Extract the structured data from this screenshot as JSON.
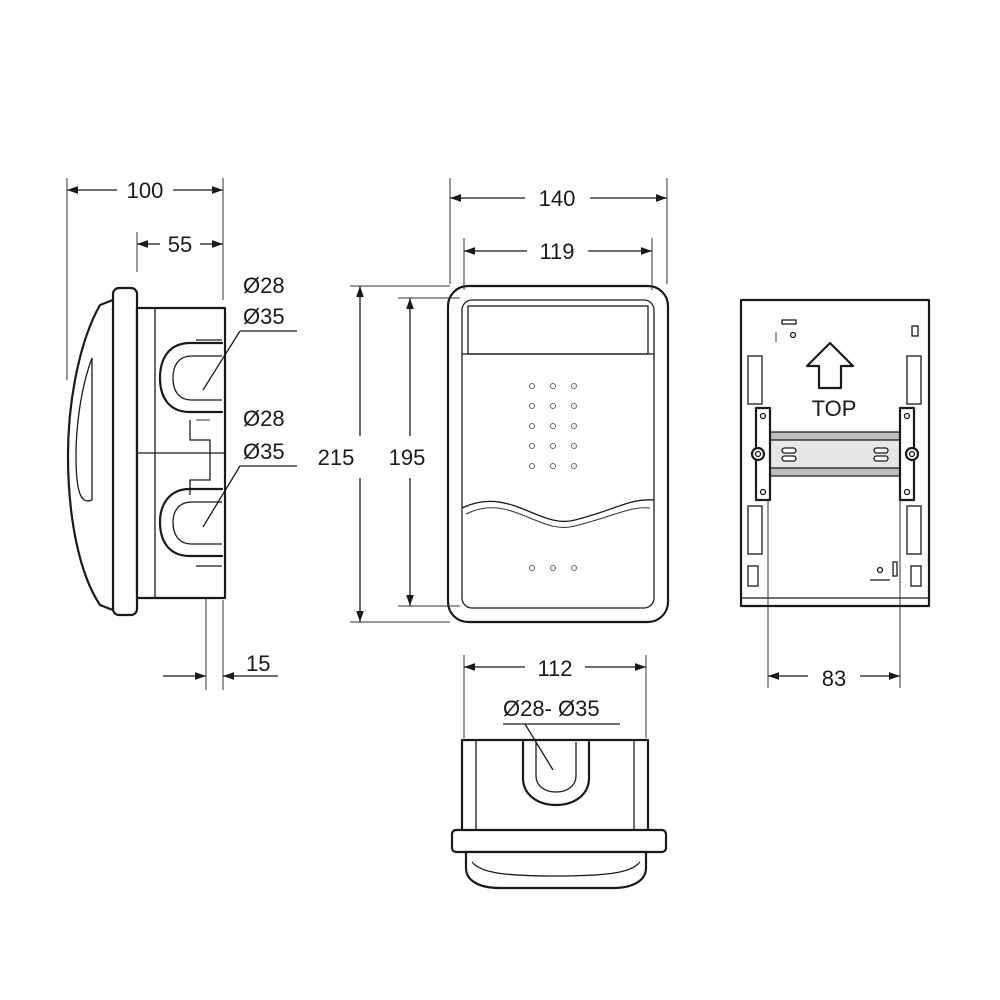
{
  "side_view": {
    "width_total": "100",
    "width_box": "55",
    "hole_upper_small": "Ø28",
    "hole_upper_large": "Ø35",
    "hole_lower_small": "Ø28",
    "hole_lower_large": "Ø35",
    "flange": "15"
  },
  "front_view": {
    "width_outer": "140",
    "width_inner": "119",
    "height_outer": "215",
    "height_inner": "195"
  },
  "bottom_view": {
    "width": "112",
    "hole": "Ø28- Ø35"
  },
  "back_view": {
    "label": "TOP",
    "rail_width": "83"
  }
}
